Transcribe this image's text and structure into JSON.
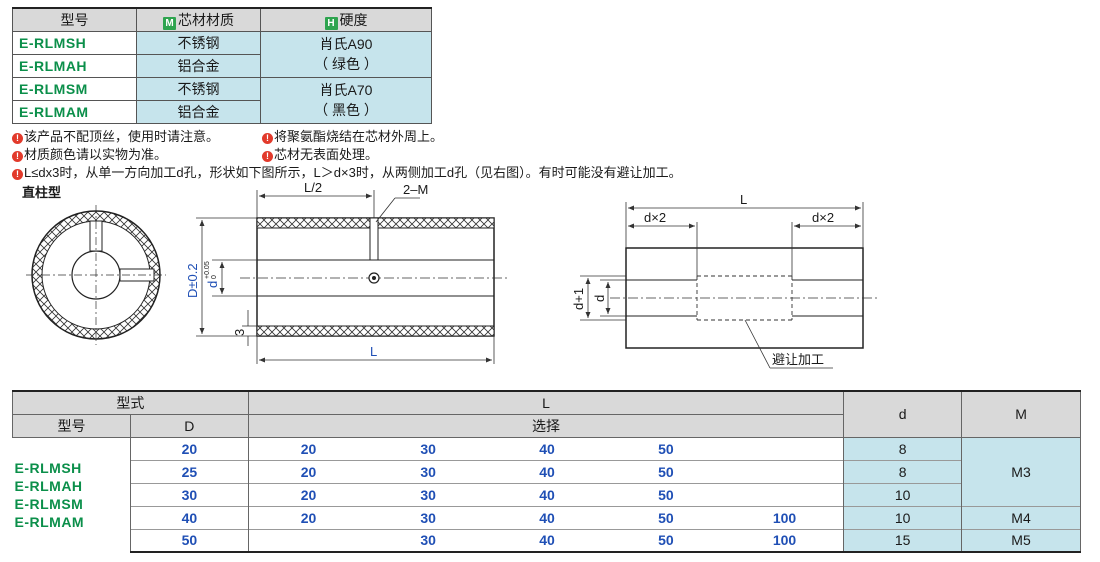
{
  "material_table": {
    "headers": {
      "model": "型号",
      "core_tag": "M",
      "core": "芯材材质",
      "hard_tag": "H",
      "hardness": "硬度"
    },
    "rows": [
      {
        "code": "E-RLMSH",
        "core": "不锈钢"
      },
      {
        "code": "E-RLMAH",
        "core": "铝合金"
      },
      {
        "code": "E-RLMSM",
        "core": "不锈钢"
      },
      {
        "code": "E-RLMAM",
        "core": "铝合金"
      }
    ],
    "hardness": [
      {
        "value": "肖氏A90",
        "color": "（ 绿色 ）"
      },
      {
        "value": "肖氏A70",
        "color": "（ 黑色 ）"
      }
    ]
  },
  "notes": {
    "n1": "该产品不配顶丝，使用时请注意。",
    "n2": "将聚氨酯烧结在芯材外周上。",
    "n3": "材质颜色请以实物为准。",
    "n4": "芯材无表面处理。",
    "n5": "L≤dx3时，从单一方向加工d孔，形状如下图所示，L＞d×3时，从两侧加工d孔（见右图）。有时可能没有避让加工。"
  },
  "drawing": {
    "type_label": "直柱型",
    "half_len": "L/2",
    "screw": "2–M",
    "dia_outer": "D±0.2",
    "dia_inner": "d",
    "tol_top": "+0.05",
    "tol_bot": "0",
    "wall": "3",
    "length": "L",
    "right_len": "L",
    "dx2_left": "d×2",
    "dx2_right": "d×2",
    "d_plus": "d+1",
    "d_label": "d",
    "relief": "避让加工"
  },
  "spec_table": {
    "headers": {
      "type": "型式",
      "model": "型号",
      "D": "D",
      "L": "L",
      "select": "选择",
      "d": "d",
      "M": "M"
    },
    "codes": [
      "E-RLMSH",
      "E-RLMAH",
      "E-RLMSM",
      "E-RLMAM"
    ],
    "rows": [
      {
        "D": "20",
        "L": [
          "20",
          "30",
          "40",
          "50",
          ""
        ],
        "d": "8"
      },
      {
        "D": "25",
        "L": [
          "20",
          "30",
          "40",
          "50",
          ""
        ],
        "d": "8"
      },
      {
        "D": "30",
        "L": [
          "20",
          "30",
          "40",
          "50",
          ""
        ],
        "d": "10"
      },
      {
        "D": "40",
        "L": [
          "20",
          "30",
          "40",
          "50",
          "100"
        ],
        "d": "10"
      },
      {
        "D": "50",
        "L": [
          "",
          "30",
          "40",
          "50",
          "100"
        ],
        "d": "15"
      }
    ],
    "M": [
      "M3",
      "M4",
      "M5"
    ]
  }
}
